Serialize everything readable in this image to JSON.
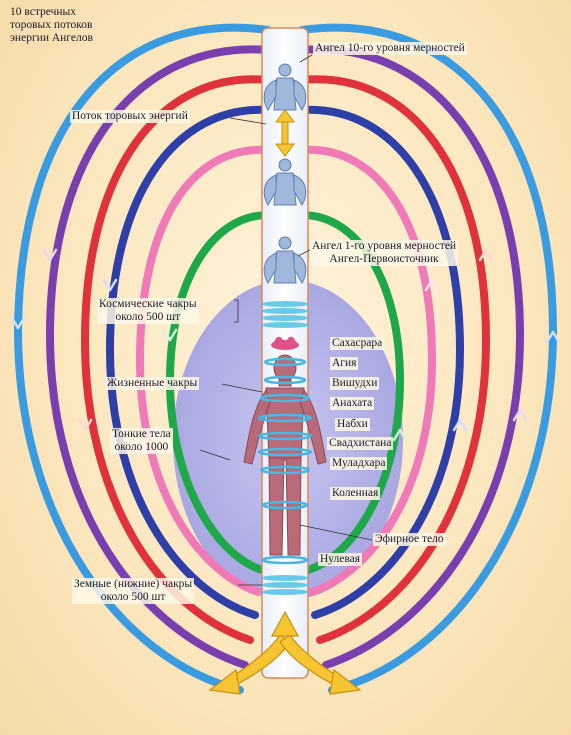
{
  "labels": {
    "toroidal_streams": [
      "10 встречных",
      "торовых потоков",
      "энергии Ангелов"
    ],
    "angel_level_10": "Ангел 10-го уровня мерностей",
    "torus_energy_flow": "Поток торовых энергий",
    "angel_level_1": [
      "Ангел 1-го уровня мерностей",
      "Ангел-Первоисточник"
    ],
    "cosmic_chakras": [
      "Космические чакры",
      "около 500 шт"
    ],
    "life_chakras": "Жизненные чакры",
    "subtle_bodies": [
      "Тонкие тела",
      "около 1000"
    ],
    "earth_chakras": [
      "Земные (нижние) чакры",
      "около 500 шт"
    ],
    "etheric_body": "Эфирное тело"
  },
  "chakras": [
    "Сахасрара",
    "Агия",
    "Вишудхи",
    "Анахата",
    "Набхи",
    "Свадхистана",
    "Муладхара",
    "Коленная",
    "Нулевая"
  ],
  "colors": {
    "outer_blue": "#3a9be0",
    "violet": "#7a3fae",
    "red": "#e0323a",
    "dark_blue": "#2f3fa8",
    "pink": "#f07ab8",
    "green": "#1ea84a",
    "aura": "#b8b8ea",
    "yellow_arrow": "#f7c531",
    "body": "#b86a78"
  }
}
